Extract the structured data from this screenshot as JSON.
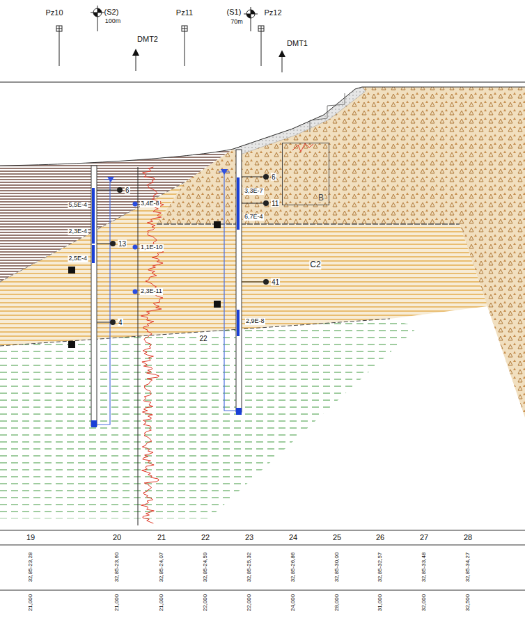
{
  "diagram": {
    "nodes": [
      {
        "text": [
          "B"
        ]
      }
    ],
    "labels": [
      "Pz10",
      "(S2)",
      "100m",
      "DMT2",
      "Pz11",
      "(S1)",
      "70m",
      "Pz12",
      "DMT1",
      "5,5E-4",
      "2,3E-4",
      "2,5E-4",
      "6",
      "3,4E-8",
      "13",
      "1,1E-10",
      "2,3E-11",
      "4",
      "22",
      "6",
      "3,3E-7",
      "11",
      "6,7E-4",
      "C2",
      "41",
      "2,9E-8",
      "19",
      "20",
      "21",
      "22",
      "23",
      "24",
      "25",
      "26",
      "27",
      "28",
      "32,85-23,28",
      "32,85-23,60",
      "32,85-24,07",
      "32,85-24,59",
      "32,85-25,32",
      "32,85-26,86",
      "32,85-30,00",
      "32,85-32,57",
      "32,85-33,48",
      "32,85-34,27",
      "21,000",
      "21,000",
      "21,000",
      "22,000",
      "22,000",
      "24,000",
      "28,000",
      "31,000",
      "32,000",
      "32,500"
    ]
  }
}
